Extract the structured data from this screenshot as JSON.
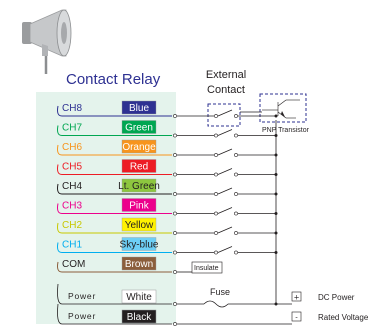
{
  "relay_title": "Contact Relay",
  "external_contact": [
    "External",
    "Contact"
  ],
  "transistor_label": "PNP Transistor",
  "channels": [
    {
      "label": "CH8",
      "label_color": "#2e3192",
      "wire": "Blue",
      "wire_bg": "#2e3192",
      "wire_fg": "#ffffff",
      "line_color": "#2e3192"
    },
    {
      "label": "CH7",
      "label_color": "#00a651",
      "wire": "Green",
      "wire_bg": "#00a651",
      "wire_fg": "#ffffff",
      "line_color": "#00a651"
    },
    {
      "label": "CH6",
      "label_color": "#f7941d",
      "wire": "Orange",
      "wire_bg": "#f7941d",
      "wire_fg": "#ffffff",
      "line_color": "#f7941d"
    },
    {
      "label": "CH5",
      "label_color": "#ed1c24",
      "wire": "Red",
      "wire_bg": "#ed1c24",
      "wire_fg": "#ffffff",
      "line_color": "#ed1c24"
    },
    {
      "label": "CH4",
      "label_color": "#231f20",
      "wire": "Lt. Green",
      "wire_bg": "#8dc63f",
      "wire_fg": "#231f20",
      "line_color": "#231f20"
    },
    {
      "label": "CH3",
      "label_color": "#ec008c",
      "wire": "Pink",
      "wire_bg": "#ec008c",
      "wire_fg": "#ffffff",
      "line_color": "#ec008c"
    },
    {
      "label": "CH2",
      "label_color": "#c8c800",
      "wire": "Yellow",
      "wire_bg": "#fff200",
      "wire_fg": "#231f20",
      "line_color": "#c8c800"
    },
    {
      "label": "CH1",
      "label_color": "#00aeef",
      "wire": "Sky-blue",
      "wire_bg": "#6dcff6",
      "wire_fg": "#231f20",
      "line_color": "#00aeef"
    },
    {
      "label": "COM",
      "label_color": "#231f20",
      "wire": "Brown",
      "wire_bg": "#8b5e3c",
      "wire_fg": "#ffffff",
      "line_color": "#8b5e3c"
    }
  ],
  "insulate_label": "Insulate",
  "power_rows": [
    {
      "label": "Power",
      "wire": "White",
      "wire_bg": "#ffffff",
      "wire_fg": "#231f20",
      "sign": "+",
      "right_label": "DC Power"
    },
    {
      "label": "Power",
      "wire": "Black",
      "wire_bg": "#231f20",
      "wire_fg": "#ffffff",
      "sign": "-",
      "right_label": "Rated Voltage"
    }
  ],
  "fuse_label": "Fuse",
  "colors": {
    "panel_bg": "#e4f3ec",
    "dashed_box": "#2e3192",
    "title": "#2e3192"
  }
}
